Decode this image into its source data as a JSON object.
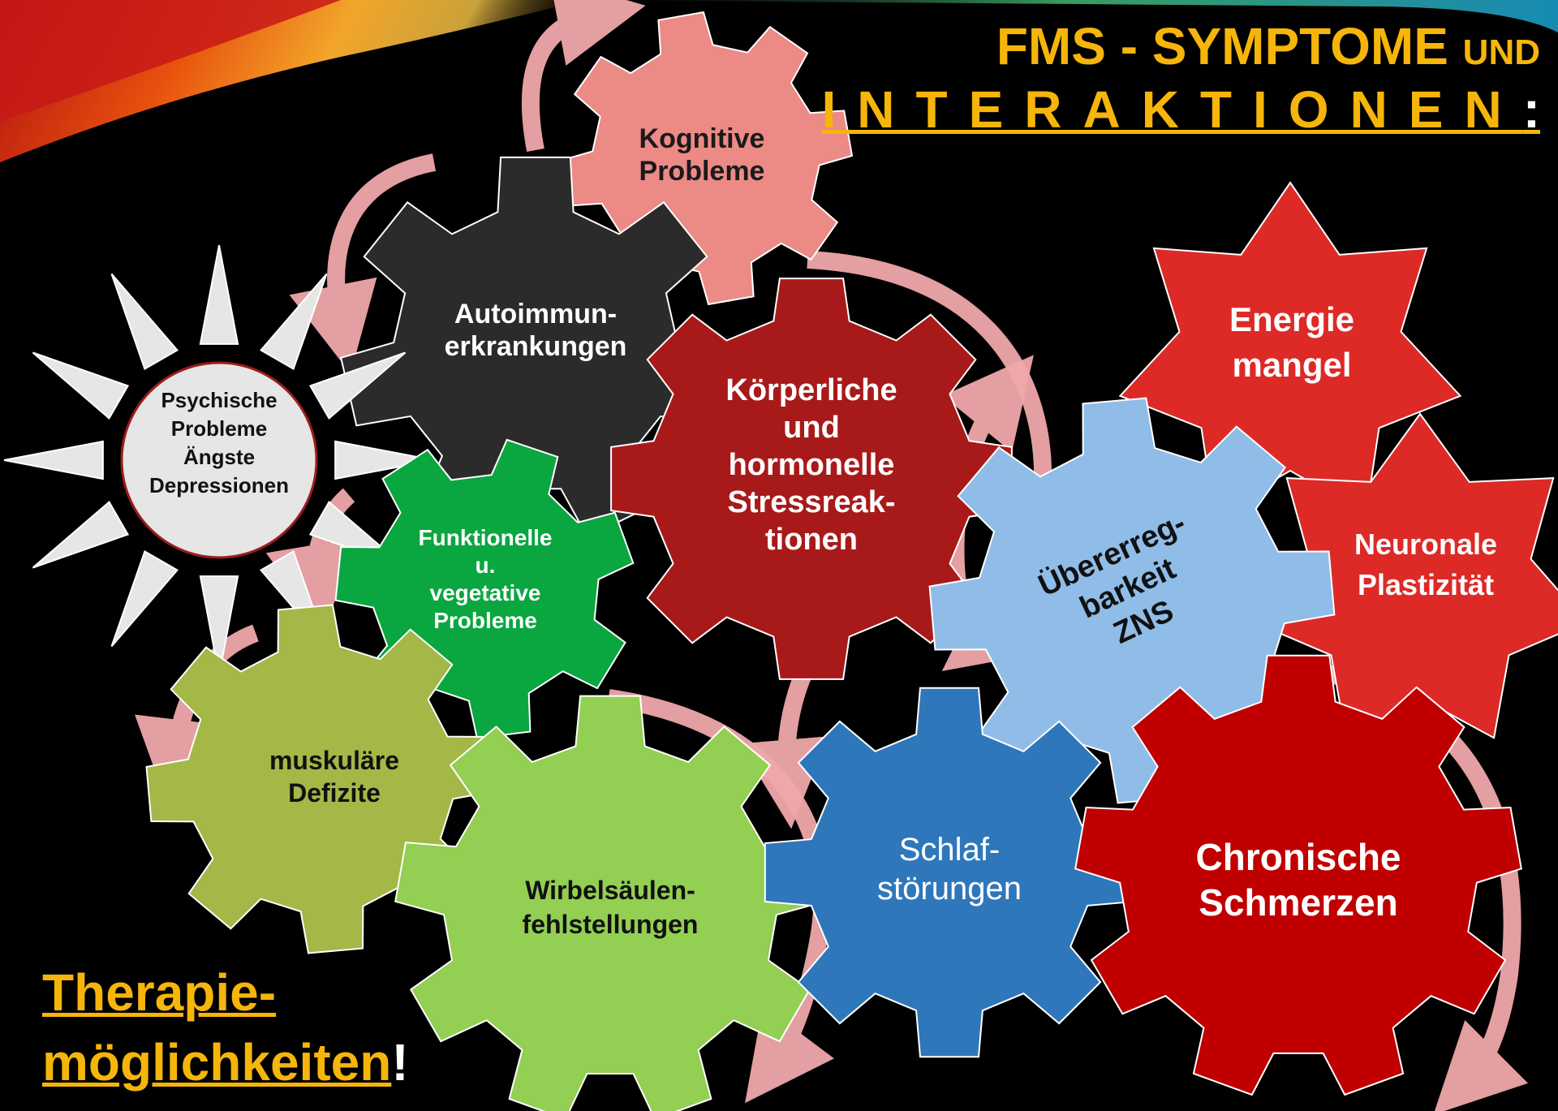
{
  "title": {
    "line1_big": "FMS - SYMPTOME",
    "line1_small": "UND",
    "line2": "INTERAKTIONEN",
    "line2_colon": ":"
  },
  "footer": {
    "line1": "Therapie-",
    "line2": "möglichkeiten",
    "exclamation": "!"
  },
  "colors": {
    "title": "#f5b50a",
    "psych_sun": "#e6e6e6",
    "arrow": "#f0a8aa"
  },
  "nodes": [
    {
      "id": "kognitive",
      "lines": [
        "Kognitive",
        "Probleme"
      ],
      "color": "#ec8a86",
      "text_color": "#1a1a1a"
    },
    {
      "id": "autoimmun",
      "lines": [
        "Autoimmun-",
        "erkrankungen"
      ],
      "color": "#2b2b2b",
      "text_color": "#ffffff"
    },
    {
      "id": "psychische",
      "lines": [
        "Psychische",
        "Probleme",
        "Ängste",
        "Depressionen"
      ],
      "color": "#e6e6e6",
      "text_color": "#111111"
    },
    {
      "id": "funktionelle",
      "lines": [
        "Funktionelle",
        "u.",
        "vegetative",
        "Probleme"
      ],
      "color": "#0aa640",
      "text_color": "#ffffff"
    },
    {
      "id": "koerperliche",
      "lines": [
        "Körperliche",
        "und",
        "hormonelle",
        "Stressreak-",
        "tionen"
      ],
      "color": "#a81a1a",
      "text_color": "#ffffff"
    },
    {
      "id": "energie",
      "lines": [
        "Energie",
        "mangel"
      ],
      "color": "#dd2a27",
      "text_color": "#ffffff"
    },
    {
      "id": "neuronale",
      "lines": [
        "Neuronale",
        "Plastizität"
      ],
      "color": "#dd2a27",
      "text_color": "#ffffff"
    },
    {
      "id": "uebererreg",
      "lines": [
        "Übererreg-",
        "barkeit",
        "ZNS"
      ],
      "color": "#8fbde8",
      "text_color": "#111111"
    },
    {
      "id": "muskulaere",
      "lines": [
        "muskuläre",
        "Defizite"
      ],
      "color": "#a3b846",
      "text_color": "#111111"
    },
    {
      "id": "wirbelsaeule",
      "lines": [
        "Wirbelsäulen-",
        "fehlstellungen"
      ],
      "color": "#92cf52",
      "text_color": "#111111"
    },
    {
      "id": "schlaf",
      "lines": [
        "Schlaf-",
        "störungen"
      ],
      "color": "#2f77bb",
      "text_color": "#ffffff"
    },
    {
      "id": "chronische",
      "lines": [
        "Chronische",
        "Schmerzen"
      ],
      "color": "#c00000",
      "text_color": "#ffffff"
    }
  ]
}
